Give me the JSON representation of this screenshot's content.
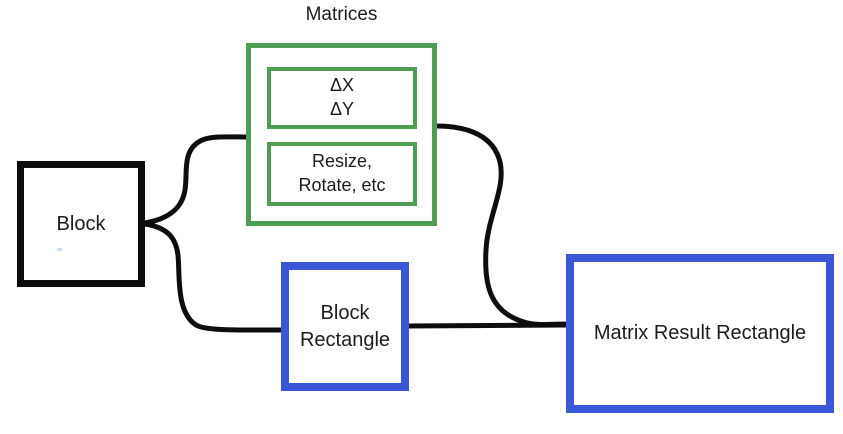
{
  "matrices_group": {
    "title": "Matrices",
    "delta_box": {
      "line1": "ΔX",
      "line2": "ΔY"
    },
    "transform_box": {
      "line1": "Resize,",
      "line2": "Rotate, etc"
    }
  },
  "block": {
    "label": "Block"
  },
  "block_rectangle": {
    "line1": "Block",
    "line2": "Rectangle"
  },
  "matrix_result": {
    "label": "Matrix Result Rectangle"
  },
  "colors": {
    "connector_black": "#0d0d0d",
    "matrices_green": "#4f9d52",
    "rectangle_blue": "#3a57d7",
    "text": "#1c1c1c"
  }
}
